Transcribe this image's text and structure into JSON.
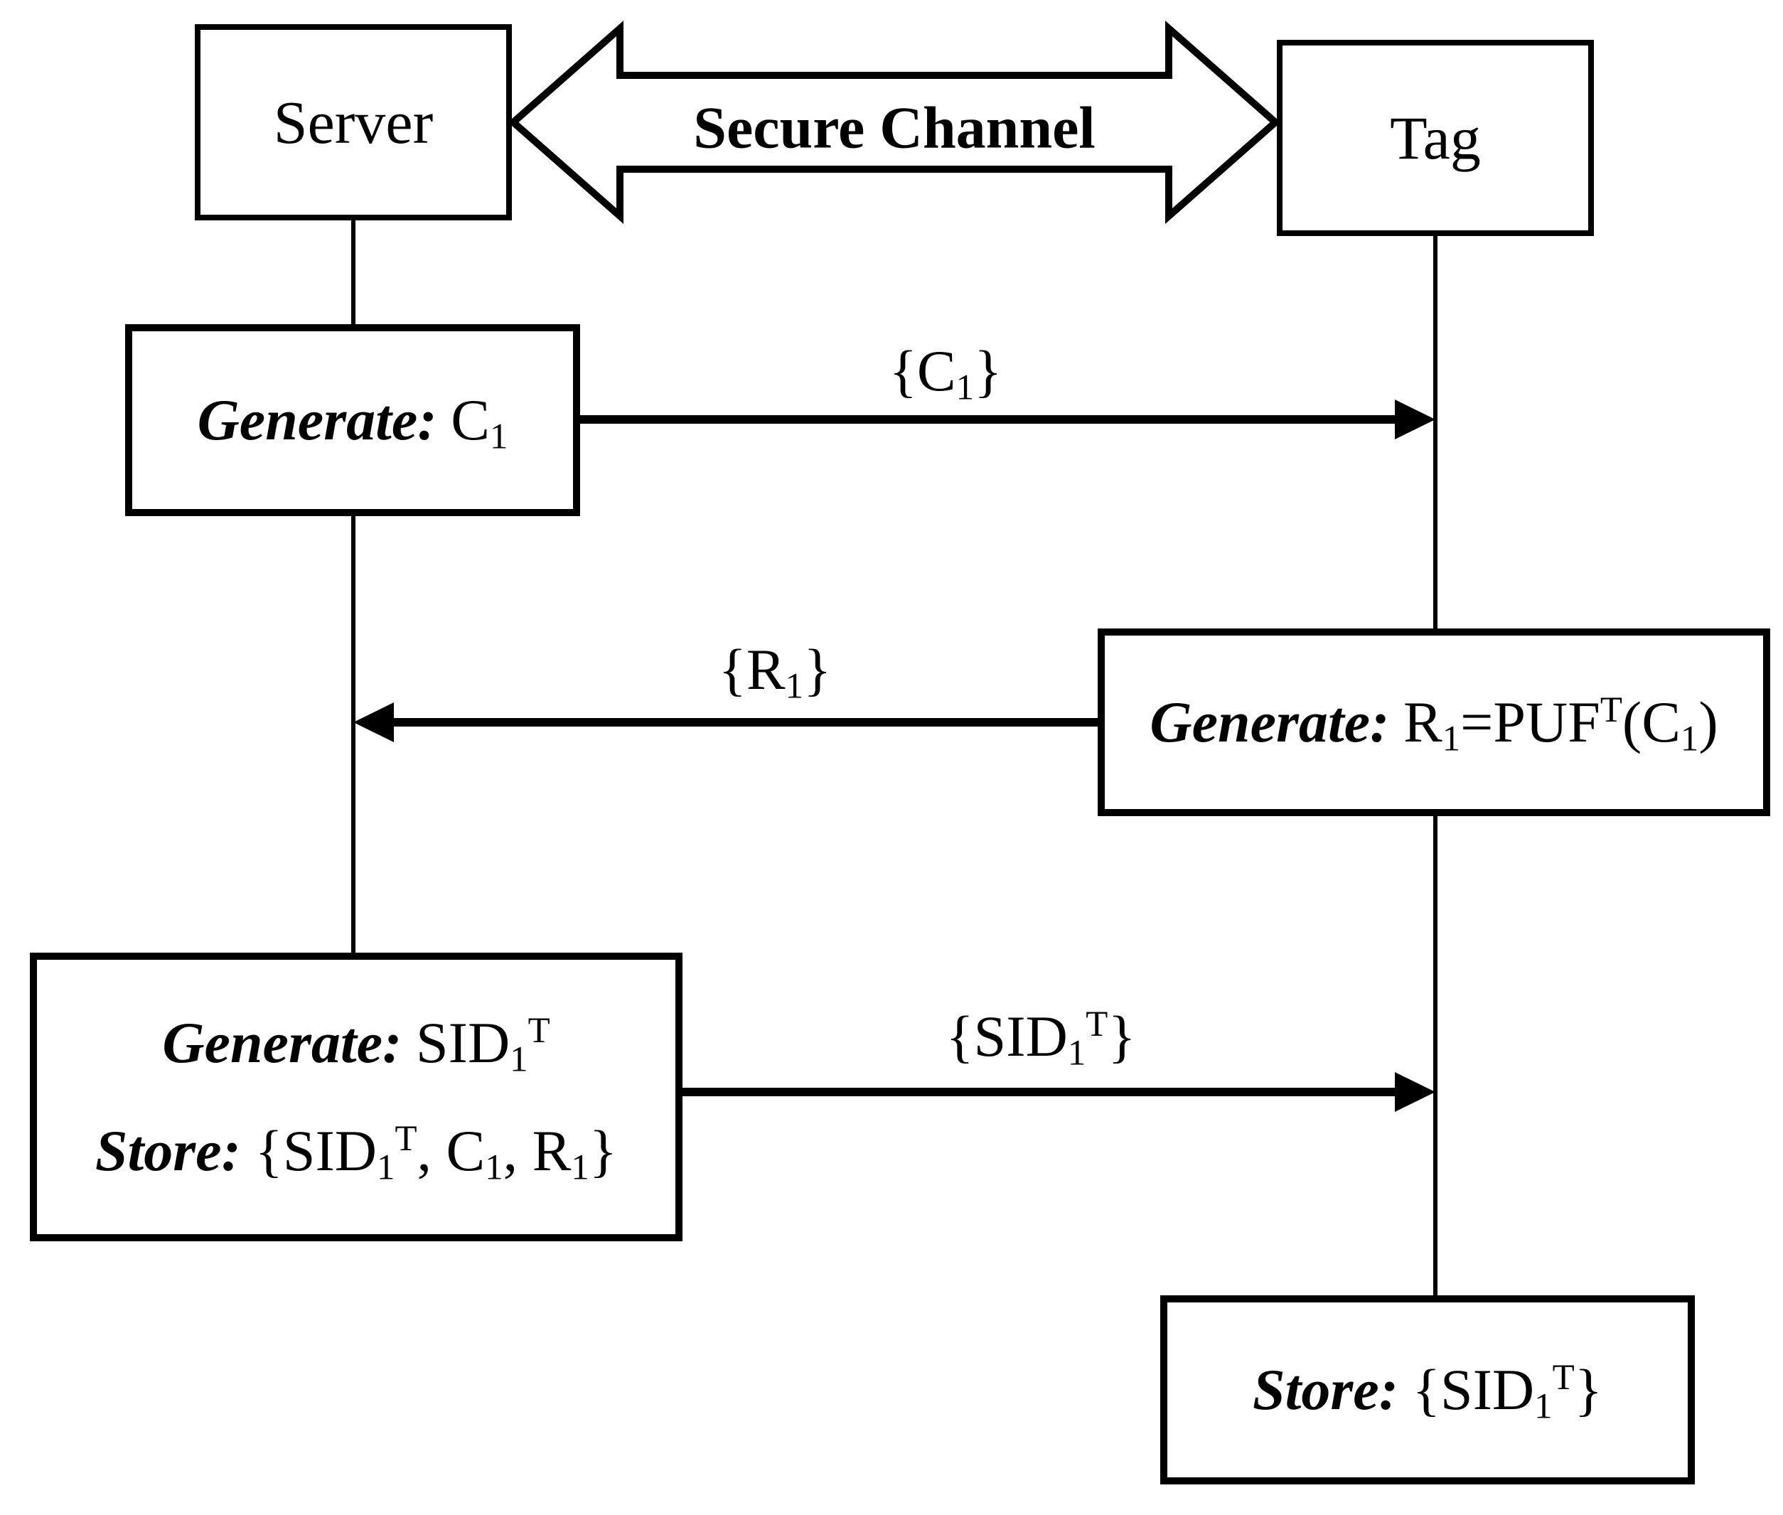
{
  "diagram": {
    "entities": {
      "server": "Server",
      "tag": "Tag"
    },
    "channel": {
      "label": "Secure Channel",
      "direction": "bidirectional"
    },
    "server_actions": {
      "generate_c1": {
        "keyword": "Generate:",
        "value": "C_1"
      },
      "generate_store_sid": {
        "line1": {
          "keyword": "Generate:",
          "value": "SID_1^T"
        },
        "line2": {
          "keyword": "Store:",
          "value": "{SID_1^T, C_1, R_1}"
        }
      }
    },
    "tag_actions": {
      "generate_r1": {
        "keyword": "Generate:",
        "value": "R_1=PUF^T(C_1)"
      },
      "store_sid": {
        "keyword": "Store:",
        "value": "{SID_1^T}"
      }
    },
    "messages": {
      "c1": {
        "label": "{C_1}",
        "direction": "server_to_tag"
      },
      "r1": {
        "label": "{R_1}",
        "direction": "tag_to_server"
      },
      "sid": {
        "label": "{SID_1^T}",
        "direction": "server_to_tag"
      }
    },
    "colors": {
      "ink": "#000000",
      "background": "#ffffff"
    }
  }
}
